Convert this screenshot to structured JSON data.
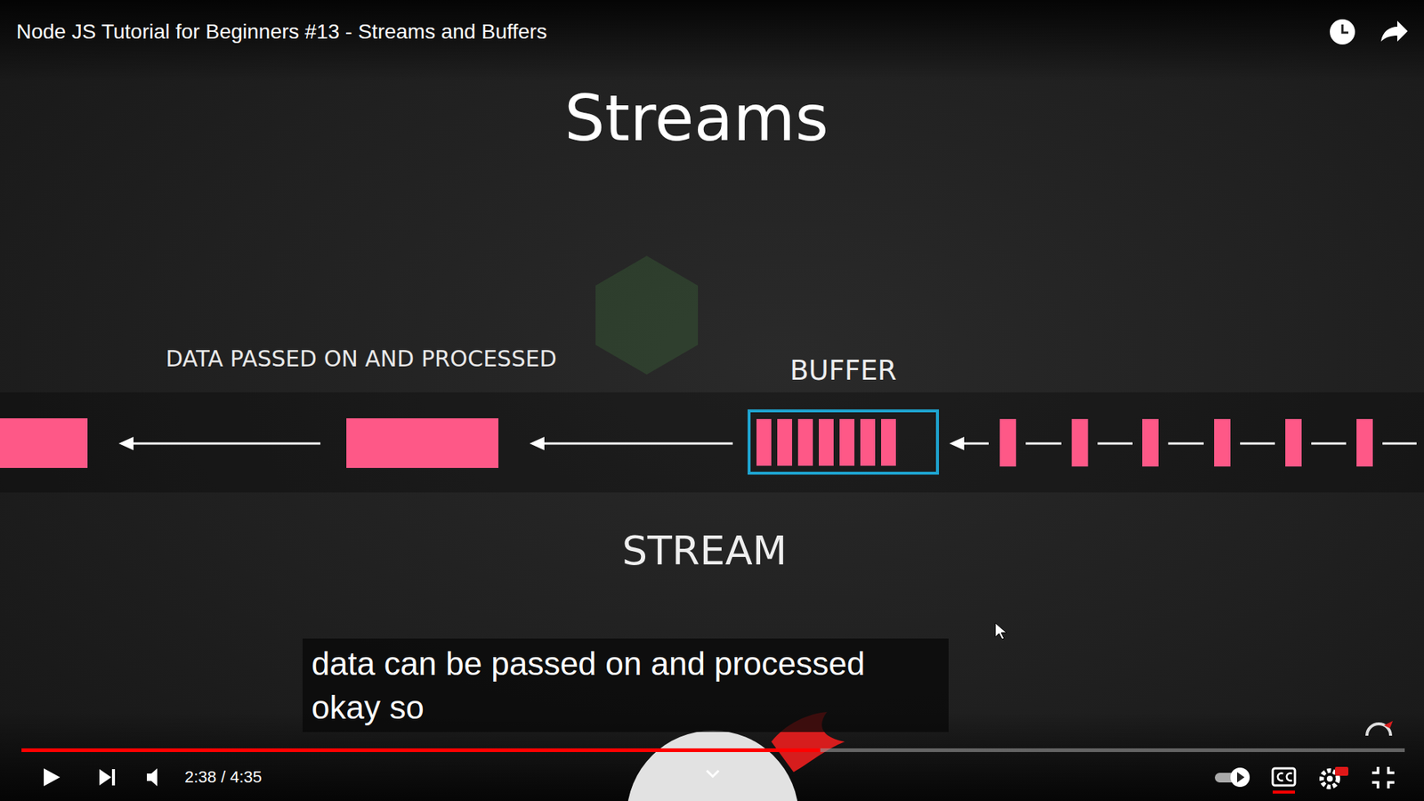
{
  "diagram": {
    "title": "Streams",
    "caption": "data can be passed on and processed okay so",
    "nodes": [
      {
        "text": [
          "BUFFER"
        ]
      }
    ],
    "labels": [
      "Node JS Tutorial for Beginners #13 - Streams and Buffers",
      "DATA PASSED ON AND PROCESSED",
      "STREAM",
      "2:38 / 4:35"
    ]
  }
}
